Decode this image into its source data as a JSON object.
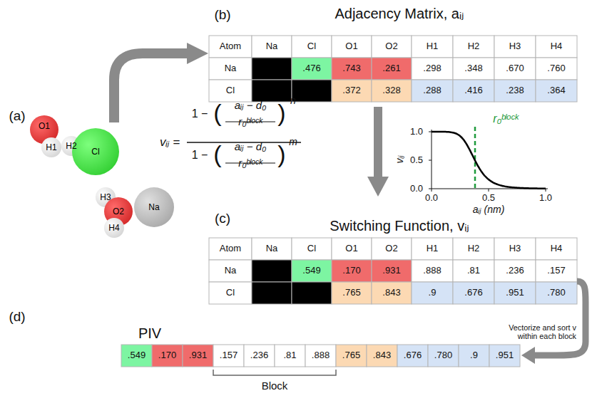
{
  "diagram": {
    "nodes": [
      {
        "text": [
          "O1"
        ]
      },
      {
        "text": [
          "H1"
        ]
      },
      {
        "text": [
          "H2"
        ]
      },
      {
        "text": [
          "Cl"
        ]
      },
      {
        "text": [
          "H3"
        ]
      },
      {
        "text": [
          "O2"
        ]
      },
      {
        "text": [
          "Na"
        ]
      },
      {
        "text": [
          "H4"
        ]
      }
    ],
    "labels": [
      "(a)",
      "(b)",
      "Adjacency Matrix, aᵢⱼ",
      "Atom",
      "Na",
      "Cl",
      "O1",
      "O2",
      "H1",
      "H2",
      "H3",
      "H4",
      "Na",
      ".476",
      ".743",
      ".261",
      ".298",
      ".348",
      ".670",
      ".760",
      "Cl",
      ".372",
      ".328",
      ".288",
      ".416",
      ".238",
      ".364",
      "vᵢⱼ =",
      "1 −",
      "(",
      "aᵢⱼ − d₀",
      "r₀ᵇˡᵒᶜᵏ",
      ")",
      "n",
      "1 −",
      "(",
      "aᵢⱼ − d₀",
      "r₀ᵇˡᵒᶜᵏ",
      ")",
      "m",
      "1.0",
      "0.5",
      "0.0",
      "0.0",
      "0.5",
      "1.0",
      "aᵢⱼ (nm)",
      "vᵢⱼ",
      "r₀ᵇˡᵒᶜᵏ",
      "(c)",
      "Switching Function, vᵢⱼ",
      "Atom",
      "Na",
      "Cl",
      "O1",
      "O2",
      "H1",
      "H2",
      "H3",
      "H4",
      "Na",
      ".549",
      ".170",
      ".931",
      ".888",
      ".81",
      ".236",
      ".157",
      "Cl",
      ".765",
      ".843",
      ".9",
      ".676",
      ".951",
      ".780",
      "(d)",
      "PIV",
      ".549",
      ".170",
      ".931",
      ".157",
      ".236",
      ".81",
      ".888",
      ".765",
      ".843",
      ".676",
      ".780",
      ".9",
      ".951",
      "Block",
      "Vectorize and sort v within each block"
    ]
  }
}
